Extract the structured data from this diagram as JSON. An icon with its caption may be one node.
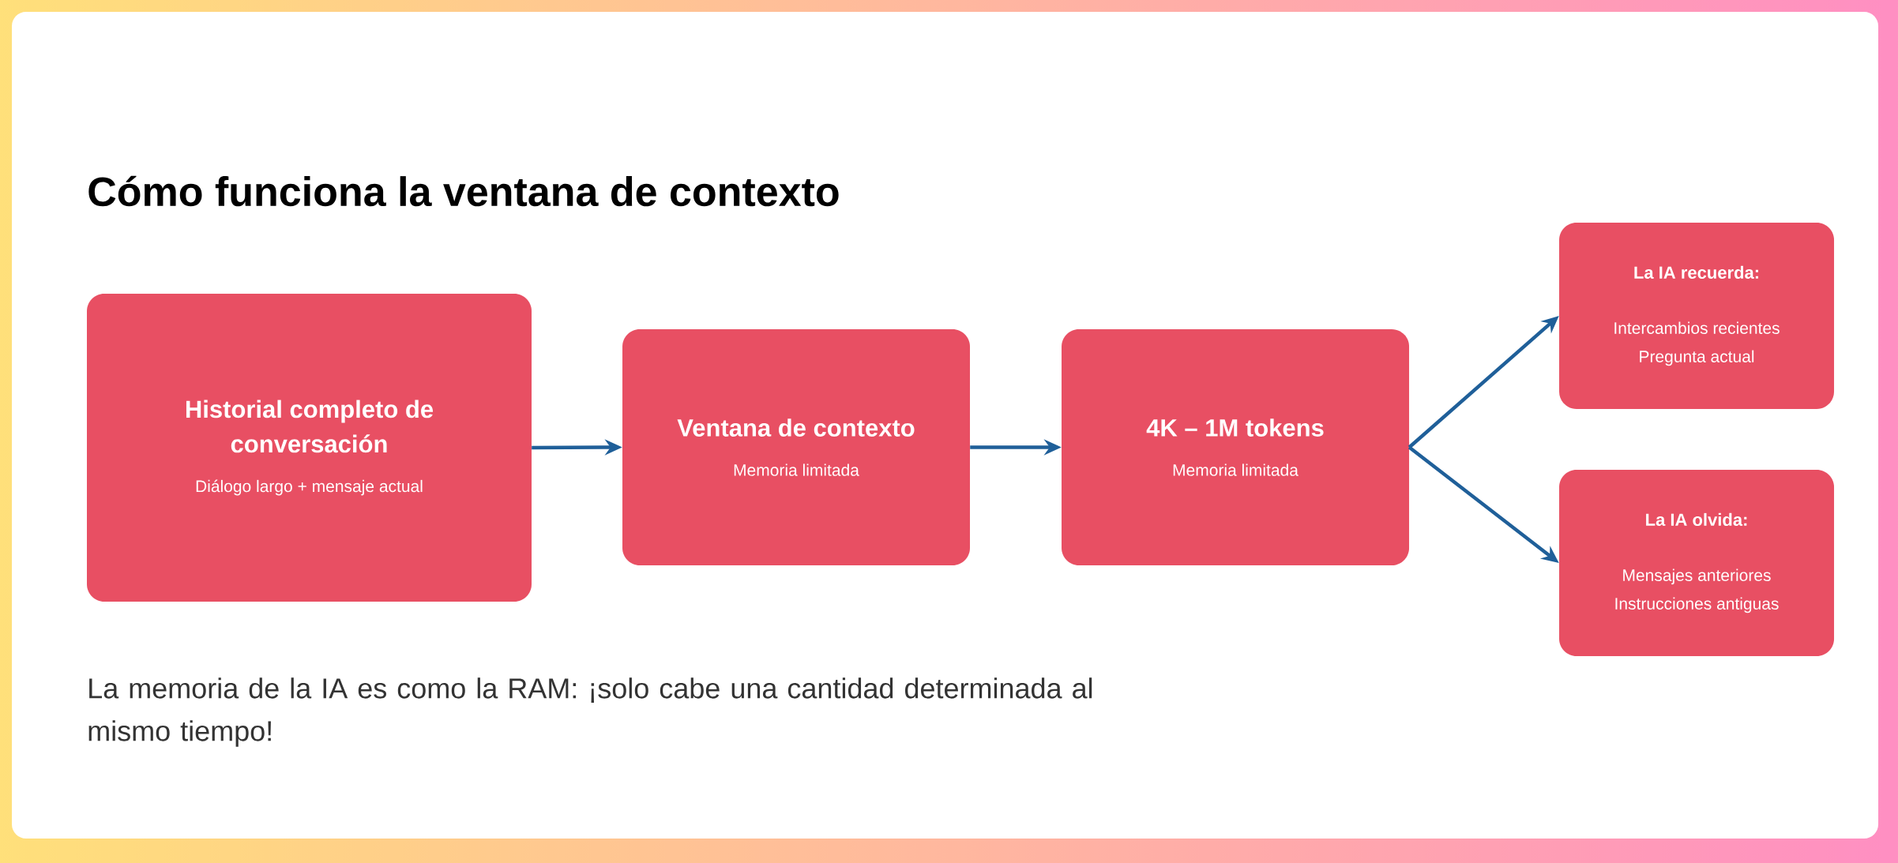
{
  "diagram": {
    "title": "Cómo funciona la ventana de contexto",
    "nodes": [
      {
        "text": [
          "Historial completo de conversación",
          "Diálogo largo + mensaje actual"
        ]
      },
      {
        "text": [
          "Ventana de contexto",
          "Memoria limitada"
        ]
      },
      {
        "text": [
          "4K – 1M tokens",
          "Memoria limitada"
        ]
      },
      {
        "text": [
          "La IA recuerda:",
          "Intercambios recientes Pregunta actual"
        ]
      },
      {
        "text": [
          "La IA olvida:",
          "Mensajes anteriores Instrucciones antiguas"
        ]
      }
    ],
    "edges": [
      {
        "from": 0,
        "to": 1,
        "arrow": "to"
      },
      {
        "from": 1,
        "to": 2,
        "arrow": "to"
      },
      {
        "from": 2,
        "to": 3,
        "arrow": "to"
      },
      {
        "from": 2,
        "to": 4,
        "arrow": "to"
      }
    ],
    "labels": [
      "La memoria de la IA es como la RAM: ¡solo cabe una cantidad determinada al mismo tiempo!"
    ]
  }
}
